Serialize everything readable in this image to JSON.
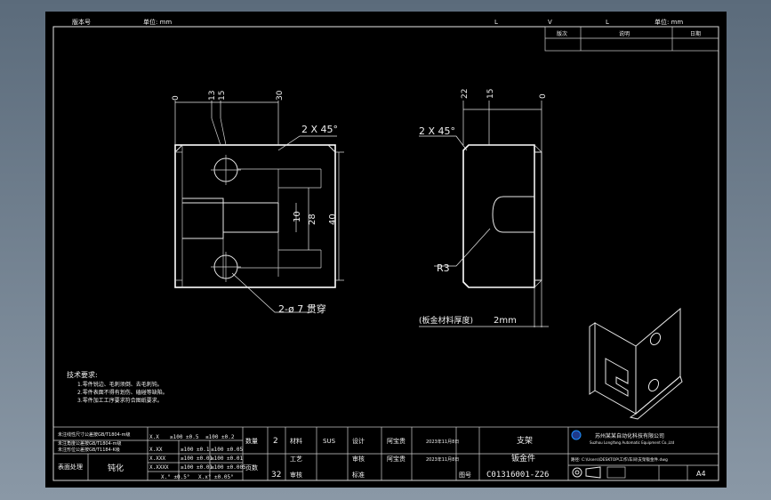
{
  "top_header": {
    "left_label_1": "版本号",
    "left_label_2": "单位: mm",
    "mark_l1": "L",
    "mark_v": "V",
    "mark_l2": "L",
    "right_label": "单位: mm"
  },
  "revision_table": {
    "headers": [
      "版次",
      "说明",
      "日期"
    ]
  },
  "dimensions": {
    "front_top": [
      "0",
      "13",
      "15",
      "30"
    ],
    "front_chamfer": "2 X 45°",
    "front_right": [
      "10",
      "28",
      "40"
    ],
    "front_hole": "2-ø 7 贯穿",
    "side_top": [
      "22",
      "15",
      "0"
    ],
    "side_chamfer": "2 X 45°",
    "side_radius": "R3",
    "sheet_thickness_label": "(板金材料厚度)",
    "sheet_thickness_value": "2mm"
  },
  "notes": {
    "title": "技术要求:",
    "lines": [
      "1.零件锐边、毛刺须倒、去毛刺钝。",
      "2.零件表面不得有划伤、磕碰等缺陷。",
      "3.零件加工工序要求符合图纸要求。"
    ]
  },
  "tolerance_table": {
    "left_labels": [
      "未注线性尺寸公差按GB/T1804-m级",
      "未注角度公差按GB/T1804-m级",
      "未注形位公差按GB/T1184-K级"
    ],
    "rows": [
      [
        "X.X",
        "≥100 ±0.5",
        "≤100 ±0.2"
      ],
      [
        "X.XX",
        "≥100 ±0.1",
        "≤100 ±0.05"
      ],
      [
        "X.XXX",
        "≥100 ±0.01",
        "≤100 ±0.01"
      ],
      [
        "X.XXXX",
        "≥100 ±0.01",
        "≤100 ±0.005"
      ],
      [
        "X.°  ±0.5°",
        "X.x°  ±0.05°",
        ""
      ]
    ],
    "surface_label": "表面处理",
    "surface_value": "钝化"
  },
  "title_block": {
    "qty_label": "数量",
    "qty": "2",
    "page_label": "页数",
    "page": "32",
    "material_label": "材料",
    "material": "SUS",
    "design_label": "设计",
    "designer": "阿宝贵",
    "design_date": "2023年11月8日",
    "check_label": "审核",
    "review_label": "审核",
    "approver": "阿宝贵",
    "approve_date": "2023年11月8日",
    "process_label": "工艺",
    "standard_label": "标准",
    "part_name": "支架",
    "part_type": "钣金件",
    "drawing_no_label": "图号",
    "drawing_no": "C01316001-Z26",
    "company": "苏州某某自动化科技有限公司",
    "company_en": "Suzhou LongYang Automatic Equipment Co.,Ltd",
    "path": "路径: C:\\Users\\DESKTOP\\工作\\车间\\支架钣金件.dwg",
    "sheet_size": "A4"
  },
  "colors": {
    "background": "#000000",
    "line": "#e8e8e8",
    "frame": "#6f7f8f"
  }
}
